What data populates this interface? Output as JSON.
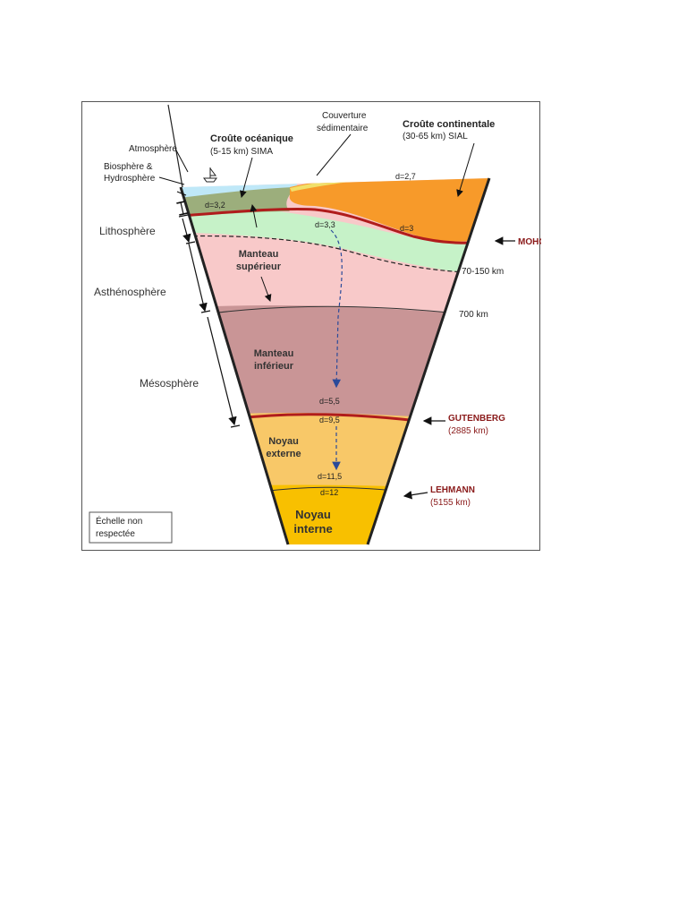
{
  "left_labels": {
    "atmosphere": "Atmosphère",
    "biosphere_1": "Biosphère &",
    "biosphere_2": "Hydrosphère",
    "lithosphere": "Lithosphère",
    "asthenosphere": "Asthénosphère",
    "mesosphere": "Mésosphère"
  },
  "top_labels": {
    "oceanic_1": "Croûte océanique",
    "oceanic_2": "(5-15 km) SIMA",
    "sediment_1": "Couverture",
    "sediment_2": "sédimentaire",
    "continental_1": "Croûte continentale",
    "continental_2": "(30-65 km) SIAL"
  },
  "layer_labels": {
    "upper_mantle_1": "Manteau",
    "upper_mantle_2": "supérieur",
    "lower_mantle_1": "Manteau",
    "lower_mantle_2": "inférieur",
    "outer_core_1": "Noyau",
    "outer_core_2": "externe",
    "inner_core_1": "Noyau",
    "inner_core_2": "interne"
  },
  "densities": {
    "oceanic": "d=3,2",
    "continental_top": "d=2,7",
    "continental_base": "d=3",
    "upper_mantle": "d=3,3",
    "lower_mantle_base": "d=5,5",
    "outer_core_top": "d=9,5",
    "outer_core_base": "d=11,5",
    "inner_core": "d=12"
  },
  "right_labels": {
    "moho": "MOHO",
    "lithosphere_depth": "70-150 km",
    "transition_depth": "700 km",
    "gutenberg": "GUTENBERG",
    "gutenberg_depth": "(2885 km)",
    "lehmann": "LEHMANN",
    "lehmann_depth": "(5155 km)"
  },
  "scale_note": {
    "line1": "Échelle non",
    "line2": "respectée"
  },
  "colors": {
    "ocean": "#bfe8f8",
    "oceanic_crust": "#9cae7c",
    "continental_crust": "#f79a2a",
    "lithospheric_mantle": "#c6f2c8",
    "upper_mantle": "#f8c9c9",
    "lower_mantle": "#c99596",
    "outer_core": "#f8c868",
    "inner_core": "#f8c000",
    "boundary_red": "#b01c1c",
    "label_red": "#8a1a1a",
    "arrow_blue": "#2a4a9a"
  }
}
